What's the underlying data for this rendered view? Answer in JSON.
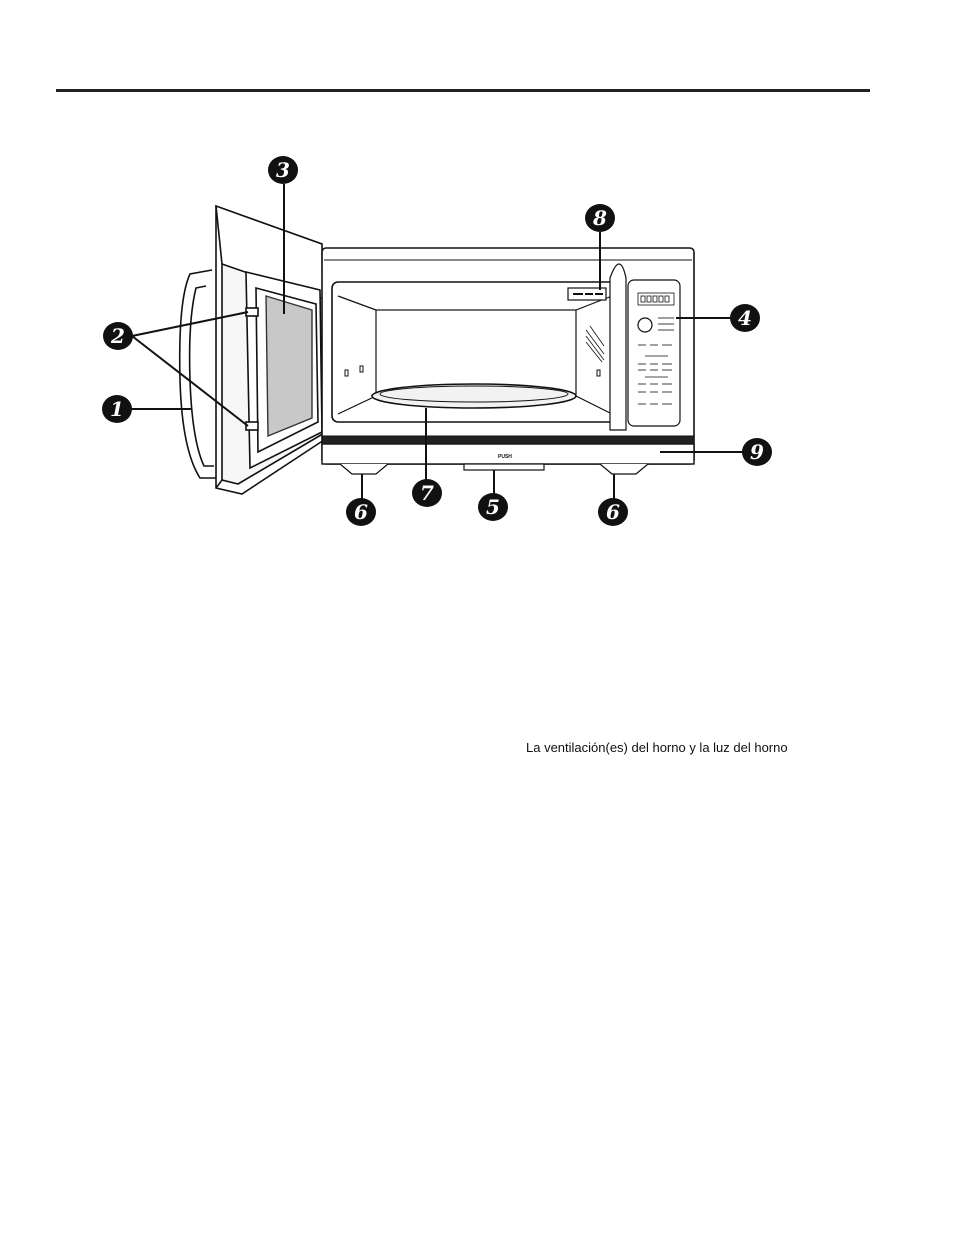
{
  "diagram": {
    "callouts": [
      {
        "id": "1",
        "label": "1"
      },
      {
        "id": "2",
        "label": "2"
      },
      {
        "id": "3",
        "label": "3"
      },
      {
        "id": "4",
        "label": "4"
      },
      {
        "id": "5",
        "label": "5"
      },
      {
        "id": "6a",
        "label": "6"
      },
      {
        "id": "6b",
        "label": "6"
      },
      {
        "id": "7",
        "label": "7"
      },
      {
        "id": "8",
        "label": "8"
      },
      {
        "id": "9",
        "label": "9"
      }
    ],
    "door_bar_label": "PUSH"
  },
  "text": {
    "vent_light_note": "La ventilación(es) del horno y la luz del horno"
  }
}
